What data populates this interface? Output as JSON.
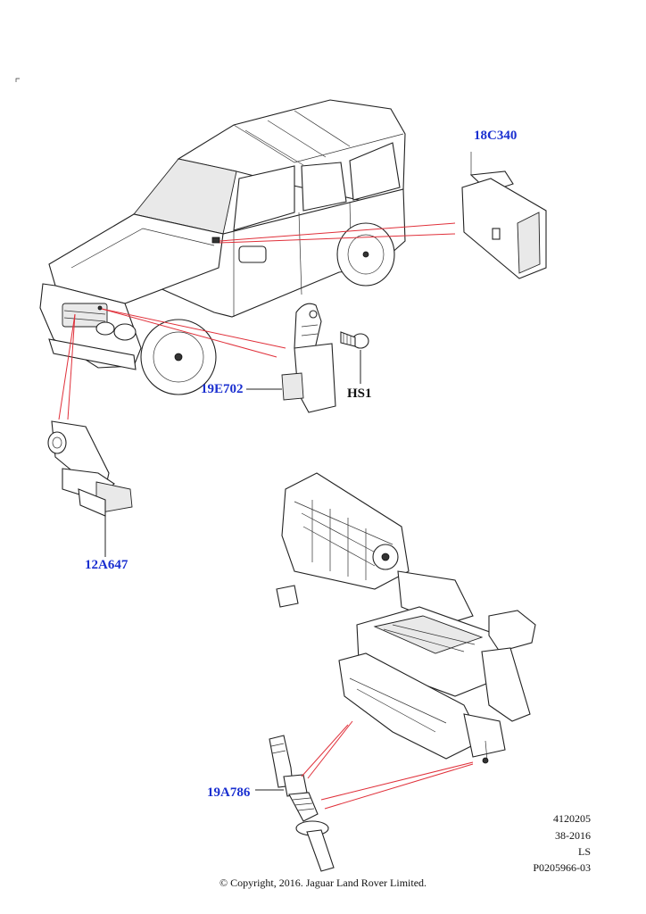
{
  "callouts": [
    "18C340",
    "19E702",
    "HS1",
    "12A647",
    "19A786"
  ],
  "reference": [
    "4120205",
    "38-2016",
    "LS",
    "P0205966-03"
  ],
  "copyright": "© Copyright, 2016. Jaguar Land Rover Limited.",
  "colors": {
    "callout_text": "#1a2fd0",
    "leader_line": "#e0303a",
    "line_art": "#222222"
  }
}
